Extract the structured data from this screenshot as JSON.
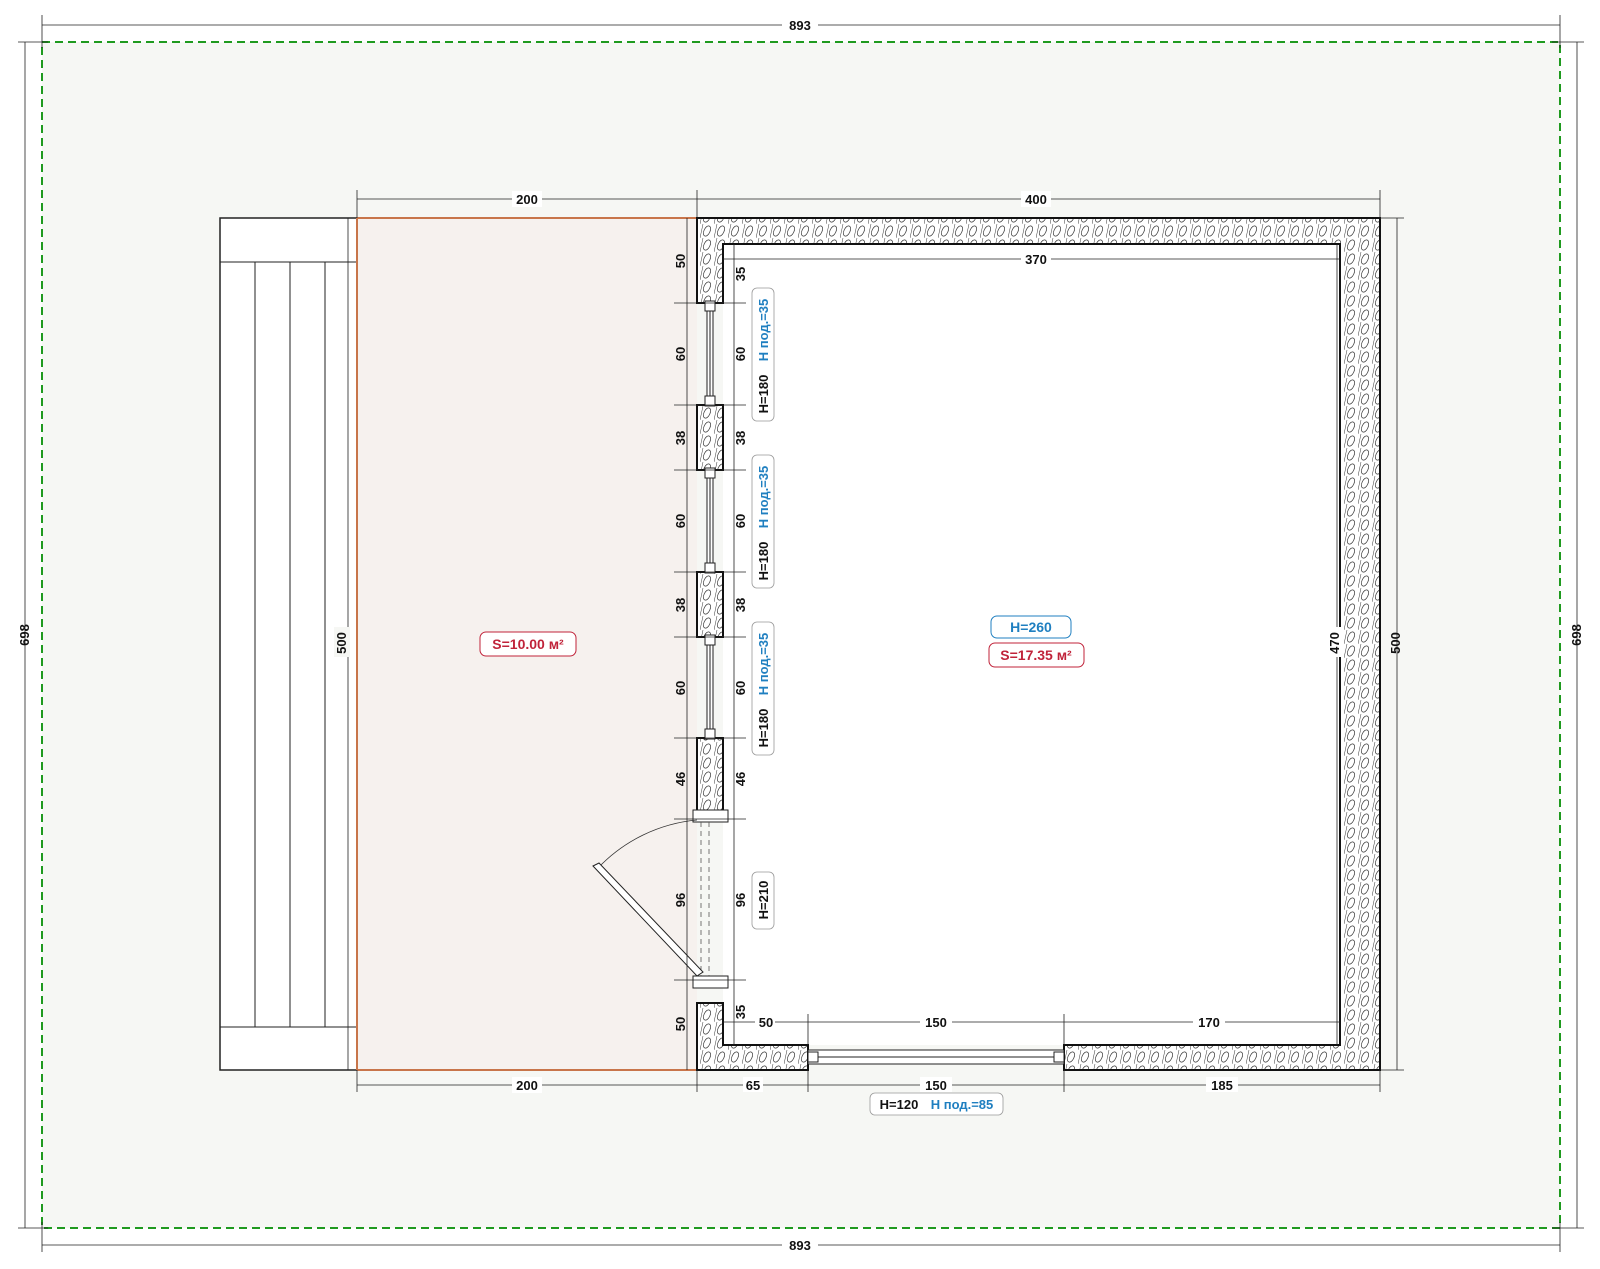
{
  "site": {
    "width_label": "893",
    "height_label": "698",
    "background": "#f6f7f4",
    "border_color": "#1f9a1f"
  },
  "terrace": {
    "top_width": "200",
    "bottom_width": "200",
    "height": "500",
    "area": "S=10.00 м²",
    "fill": "#f6f1ee",
    "edge_color": "#c8754a"
  },
  "room": {
    "outer_width": "400",
    "inner_width": "370",
    "outer_height": "500",
    "inner_height": "470",
    "ceiling_height": "H=260",
    "area": "S=17.35 м²"
  },
  "west_wall": {
    "outer_dims": [
      "50",
      "60",
      "38",
      "60",
      "38",
      "60",
      "46",
      "96",
      "50"
    ],
    "inner_dims": [
      "35",
      "60",
      "38",
      "60",
      "38",
      "60",
      "46",
      "96",
      "35"
    ],
    "windows": [
      {
        "height": "H=180",
        "sill": "H под.=35"
      },
      {
        "height": "H=180",
        "sill": "H под.=35"
      },
      {
        "height": "H=180",
        "sill": "H под.=35"
      }
    ],
    "door": {
      "height": "H=210"
    }
  },
  "south_wall": {
    "inner_dims": [
      "50",
      "150",
      "170"
    ],
    "outer_dims": [
      "65",
      "150",
      "185"
    ],
    "window": {
      "height": "H=120",
      "sill": "H под.=85"
    }
  },
  "colors": {
    "red_text": "#c0233a",
    "blue_text": "#1f7fc0"
  }
}
